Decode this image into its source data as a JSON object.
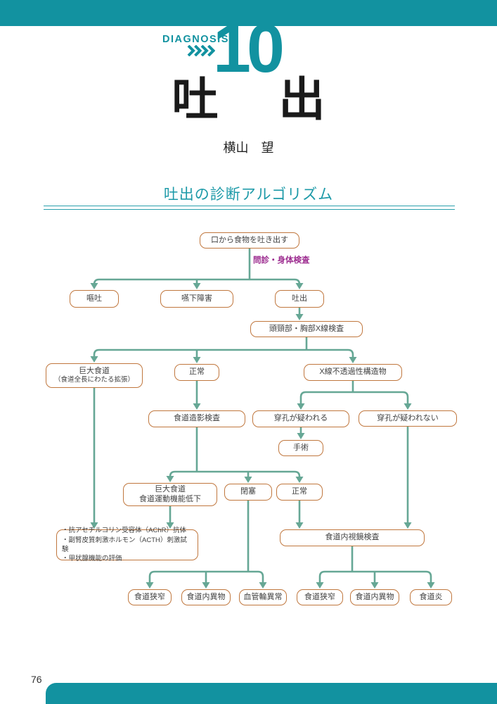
{
  "header": {
    "series_label": "DIAGNOSIS",
    "chapter_number": "10",
    "title_left": "吐",
    "title_right": "出",
    "author": "横山　望"
  },
  "section": {
    "heading": "吐出の診断アルゴリズム"
  },
  "flowchart": {
    "exam_label": "問診・身体検査",
    "nodes": {
      "start": "口から食物を吐き出す",
      "vomiting": "嘔吐",
      "dysphagia": "嚥下障害",
      "regurgitation": "吐出",
      "xray": "頭頸部・胸部X線検査",
      "megaesophagus": {
        "line1": "巨大食道",
        "line2": "（食道全長にわたる拡張）"
      },
      "normal_xray": "正常",
      "radiopaque_structure": "X線不透過性構造物",
      "esophagram": "食道造影検査",
      "perforation_suspected": "穿孔が疑われる",
      "perforation_not_suspected": "穿孔が疑われない",
      "surgery": "手術",
      "megaesophagus_motility": {
        "line1": "巨大食道",
        "line2": "食道運動機能低下"
      },
      "obstruction": "閉塞",
      "normal_contrast": "正常",
      "lab_tests": {
        "item1": "・抗アセチルコリン受容体（AChR）抗体",
        "item2": "・副腎皮質刺激ホルモン（ACTH）刺激試験",
        "item3": "・甲状腺機能の評価"
      },
      "endoscopy": "食道内視鏡検査",
      "stricture_left": "食道狭窄",
      "foreign_body_left": "食道内異物",
      "vascular_ring": "血管輪異常",
      "stricture_right": "食道狭窄",
      "foreign_body_right": "食道内異物",
      "esophagitis": "食道炎"
    }
  },
  "footer": {
    "page_number": "76"
  },
  "colors": {
    "teal": "#1292A0",
    "heading_teal": "#1D9AA8",
    "connector_green": "#66A795",
    "box_border": "#C0773E",
    "annotation_purple": "#9C2B8F"
  }
}
